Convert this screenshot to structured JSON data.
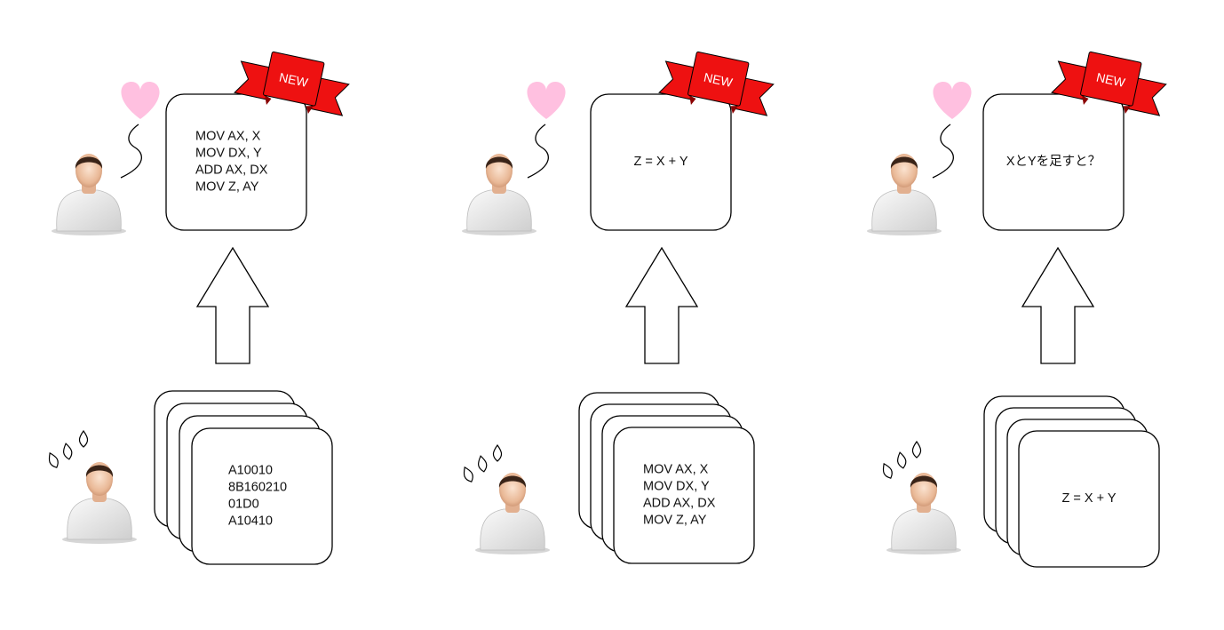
{
  "colors": {
    "heart": "#ffc0e0",
    "ribbon": "#ee1111",
    "ribbon_dark": "#8a0000",
    "drop": "#ffffff",
    "skin": "#f0c8a8",
    "hair": "#3a2418",
    "shirt": "#e4e4e4"
  },
  "columns": [
    {
      "top_card": {
        "lines": [
          "MOV AX, X",
          "MOV DX, Y",
          "ADD AX, DX",
          "MOV Z, AY"
        ],
        "badge": "NEW",
        "icons": [
          "heart-icon",
          "happy-person-icon"
        ]
      },
      "bottom_stack": {
        "lines": [
          "A10010",
          "8B160210",
          "01D0",
          "A10410"
        ],
        "icons": [
          "sweat-drops-icon",
          "worried-person-icon"
        ]
      }
    },
    {
      "top_card": {
        "lines": [
          "Z = X + Y"
        ],
        "badge": "NEW",
        "icons": [
          "heart-icon",
          "happy-person-icon"
        ]
      },
      "bottom_stack": {
        "lines": [
          "MOV AX, X",
          "MOV DX, Y",
          "ADD AX, DX",
          "MOV Z, AY"
        ],
        "icons": [
          "sweat-drops-icon",
          "worried-person-icon"
        ]
      }
    },
    {
      "top_card": {
        "lines": [
          "XとYを足すと？"
        ],
        "badge": "NEW",
        "icons": [
          "heart-icon",
          "happy-person-icon"
        ]
      },
      "bottom_stack": {
        "lines": [
          "Z = X + Y"
        ],
        "icons": [
          "sweat-drops-icon",
          "worried-person-icon"
        ]
      }
    }
  ]
}
